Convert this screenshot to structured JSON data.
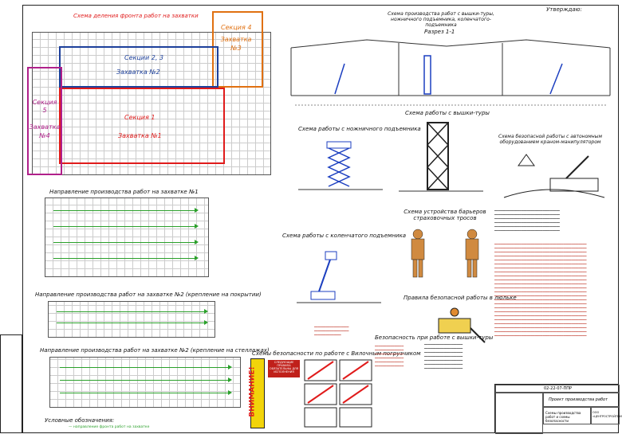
{
  "stamp": "Утверждаю:",
  "plan_title": "Схема деления фронта работ на захватки",
  "zones": {
    "z4_section": "Секция 4",
    "z4_name": "Захватка №3",
    "z23_section": "Секции 2, 3",
    "z23_name": "Захватка №2",
    "z1_section": "Секция 1",
    "z1_name": "Захватка №1",
    "z5_section": "Секция 5",
    "z5_name": "Захватка №4"
  },
  "top_right_title": "Схема производства работ с вышки-туры, ножничного подъемника, коленчатого-подъемника",
  "section_label": "Разрез 1-1",
  "captions": {
    "c1": "Направление производства работ на захватке №1",
    "c2": "Направление производства работ на захватке №2 (крепление на покрытии)",
    "c3": "Направление производства работ на захватке №2 (крепление на стеллажах)",
    "c4": "Схема работы с ножничного подъемника",
    "c5": "Схема работы с вышки-туры",
    "c6": "Схема безопасной работы с автономным оборудованием краном-манипулятором",
    "c7": "Схема устройства барьеров страховочных тросов",
    "c8": "Схема работы с коленчатого подъемника",
    "c9": "Правила безопасной работы в люльке",
    "c10": "Безопасность при работе с вышки-туры",
    "c11": "Схемы безопасности по работе с Вилочным погрузчиком",
    "legend": "Условные обозначения:",
    "legend_item": "— направление фронта работ на захватке"
  },
  "warning": {
    "vertical": "ВНИМАНИЕ!",
    "box": "СЛЕДУЮЩИЕ ПРАВИЛА ОБЯЗАТЕЛЬНЫ ДЛЯ ИСПОЛНЕНИЯ"
  },
  "title_block": {
    "code": "02-22-07-ППР",
    "title": "Проект производства работ",
    "sheet_title": "Схемы производства работ и схемы безопасности",
    "company": "ООО «ЦЕНТРОСТРОЙТЕХМОНТАЖ»"
  },
  "colors": {
    "red": "#e01b1b",
    "blue": "#1c3f9a",
    "orange": "#e07010",
    "magenta": "#b0208a",
    "green": "#2aa02a",
    "yellow": "#f2d40a"
  }
}
